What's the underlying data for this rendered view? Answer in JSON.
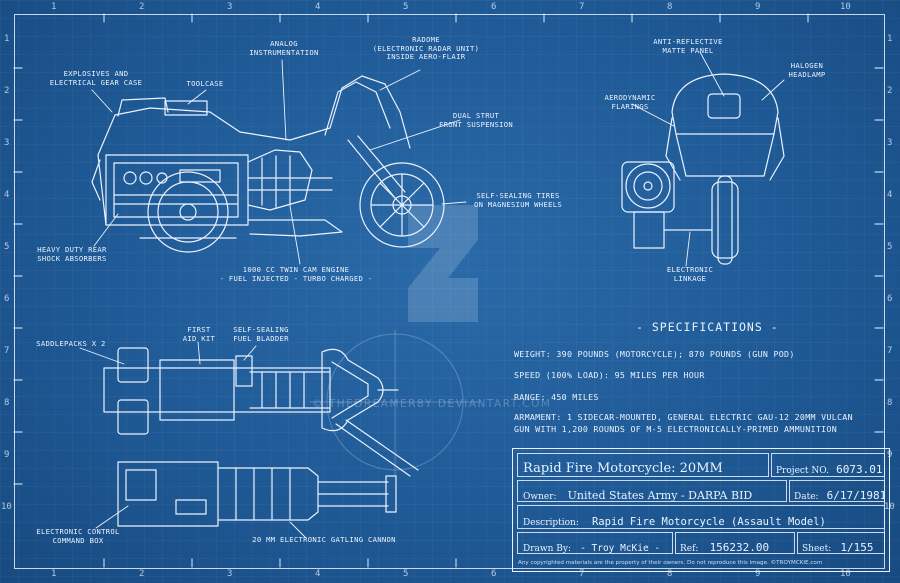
{
  "grid": {
    "top_ticks": [
      "1",
      "2",
      "3",
      "4",
      "5",
      "6",
      "7",
      "8",
      "9",
      "10"
    ],
    "bottom_ticks": [
      "1",
      "2",
      "3",
      "4",
      "5",
      "6",
      "7",
      "8",
      "9",
      "10"
    ],
    "left_ticks": [
      "1",
      "2",
      "3",
      "4",
      "5",
      "6",
      "7",
      "8",
      "9",
      "10"
    ],
    "right_ticks": [
      "1",
      "2",
      "3",
      "4",
      "5",
      "6",
      "7",
      "8",
      "9",
      "10"
    ]
  },
  "colors": {
    "background": "#1f5a96",
    "lines": "#eaf2ff"
  },
  "side_view_labels": {
    "explosives": "Explosives and\nelectrical gear case",
    "toolcase": "Toolcase",
    "analog": "Analog\ninstrumentation",
    "radome": "Radome\n(electronic radar unit)\ninside aero-flair",
    "dual_strut": "Dual strut\nfront suspension",
    "tires": "Self-sealing tires\non magnesium wheels",
    "shock": "Heavy duty rear\nshock absorbers",
    "engine": "1000 CC twin cam engine\n- fuel injected - turbo charged -"
  },
  "front_view_labels": {
    "matte": "Anti-reflective\nmatte panel",
    "halogen": "Halogen\nheadlamp",
    "aero": "Aerodynamic\nflarings",
    "linkage": "Electronic\nlinkage"
  },
  "top_view_labels": {
    "saddlepacks": "Saddlepacks x 2",
    "first_aid": "First\naid kit",
    "fuel": "Self-sealing\nfuel bladder",
    "control_box": "Electronic control\ncommand box",
    "gatling": "20 mm electronic gatling cannon"
  },
  "specifications": {
    "heading": "- Specifications -",
    "weight": "Weight: 390 pounds (motorcycle); 870 pounds (gun pod)",
    "speed": "Speed (100% load): 95 miles per hour",
    "range": "Range: 450 miles",
    "armament_1": "Armament: 1 sidecar-mounted, General Electric GAU-12 20mm vulcan",
    "armament_2": "gun with 1,200 rounds of M-5 electronically-primed ammunition"
  },
  "title_block": {
    "title": "Rapid Fire Motorcycle: 20MM",
    "project_label": "Project NO.",
    "project_value": "6073.01",
    "owner_label": "Owner:",
    "owner_value": "United States Army - DARPA BID",
    "date_label": "Date:",
    "date_value": "6/17/1981",
    "description_label": "Description:",
    "description_value": "Rapid Fire Motorcycle (Assault Model)",
    "drawn_label": "Drawn By:",
    "drawn_value": "- Troy McKie -",
    "ref_label": "Ref:",
    "ref_value": "156232.00",
    "sheet_label": "Sheet:",
    "sheet_value": "1/155"
  },
  "footnote": "Any copyrighted materials are the property of their owners.  Do not reproduce this image.  ©TROYMCKIE.com",
  "watermark": "© THEDREAMER8Y DEVIANTART.COM"
}
